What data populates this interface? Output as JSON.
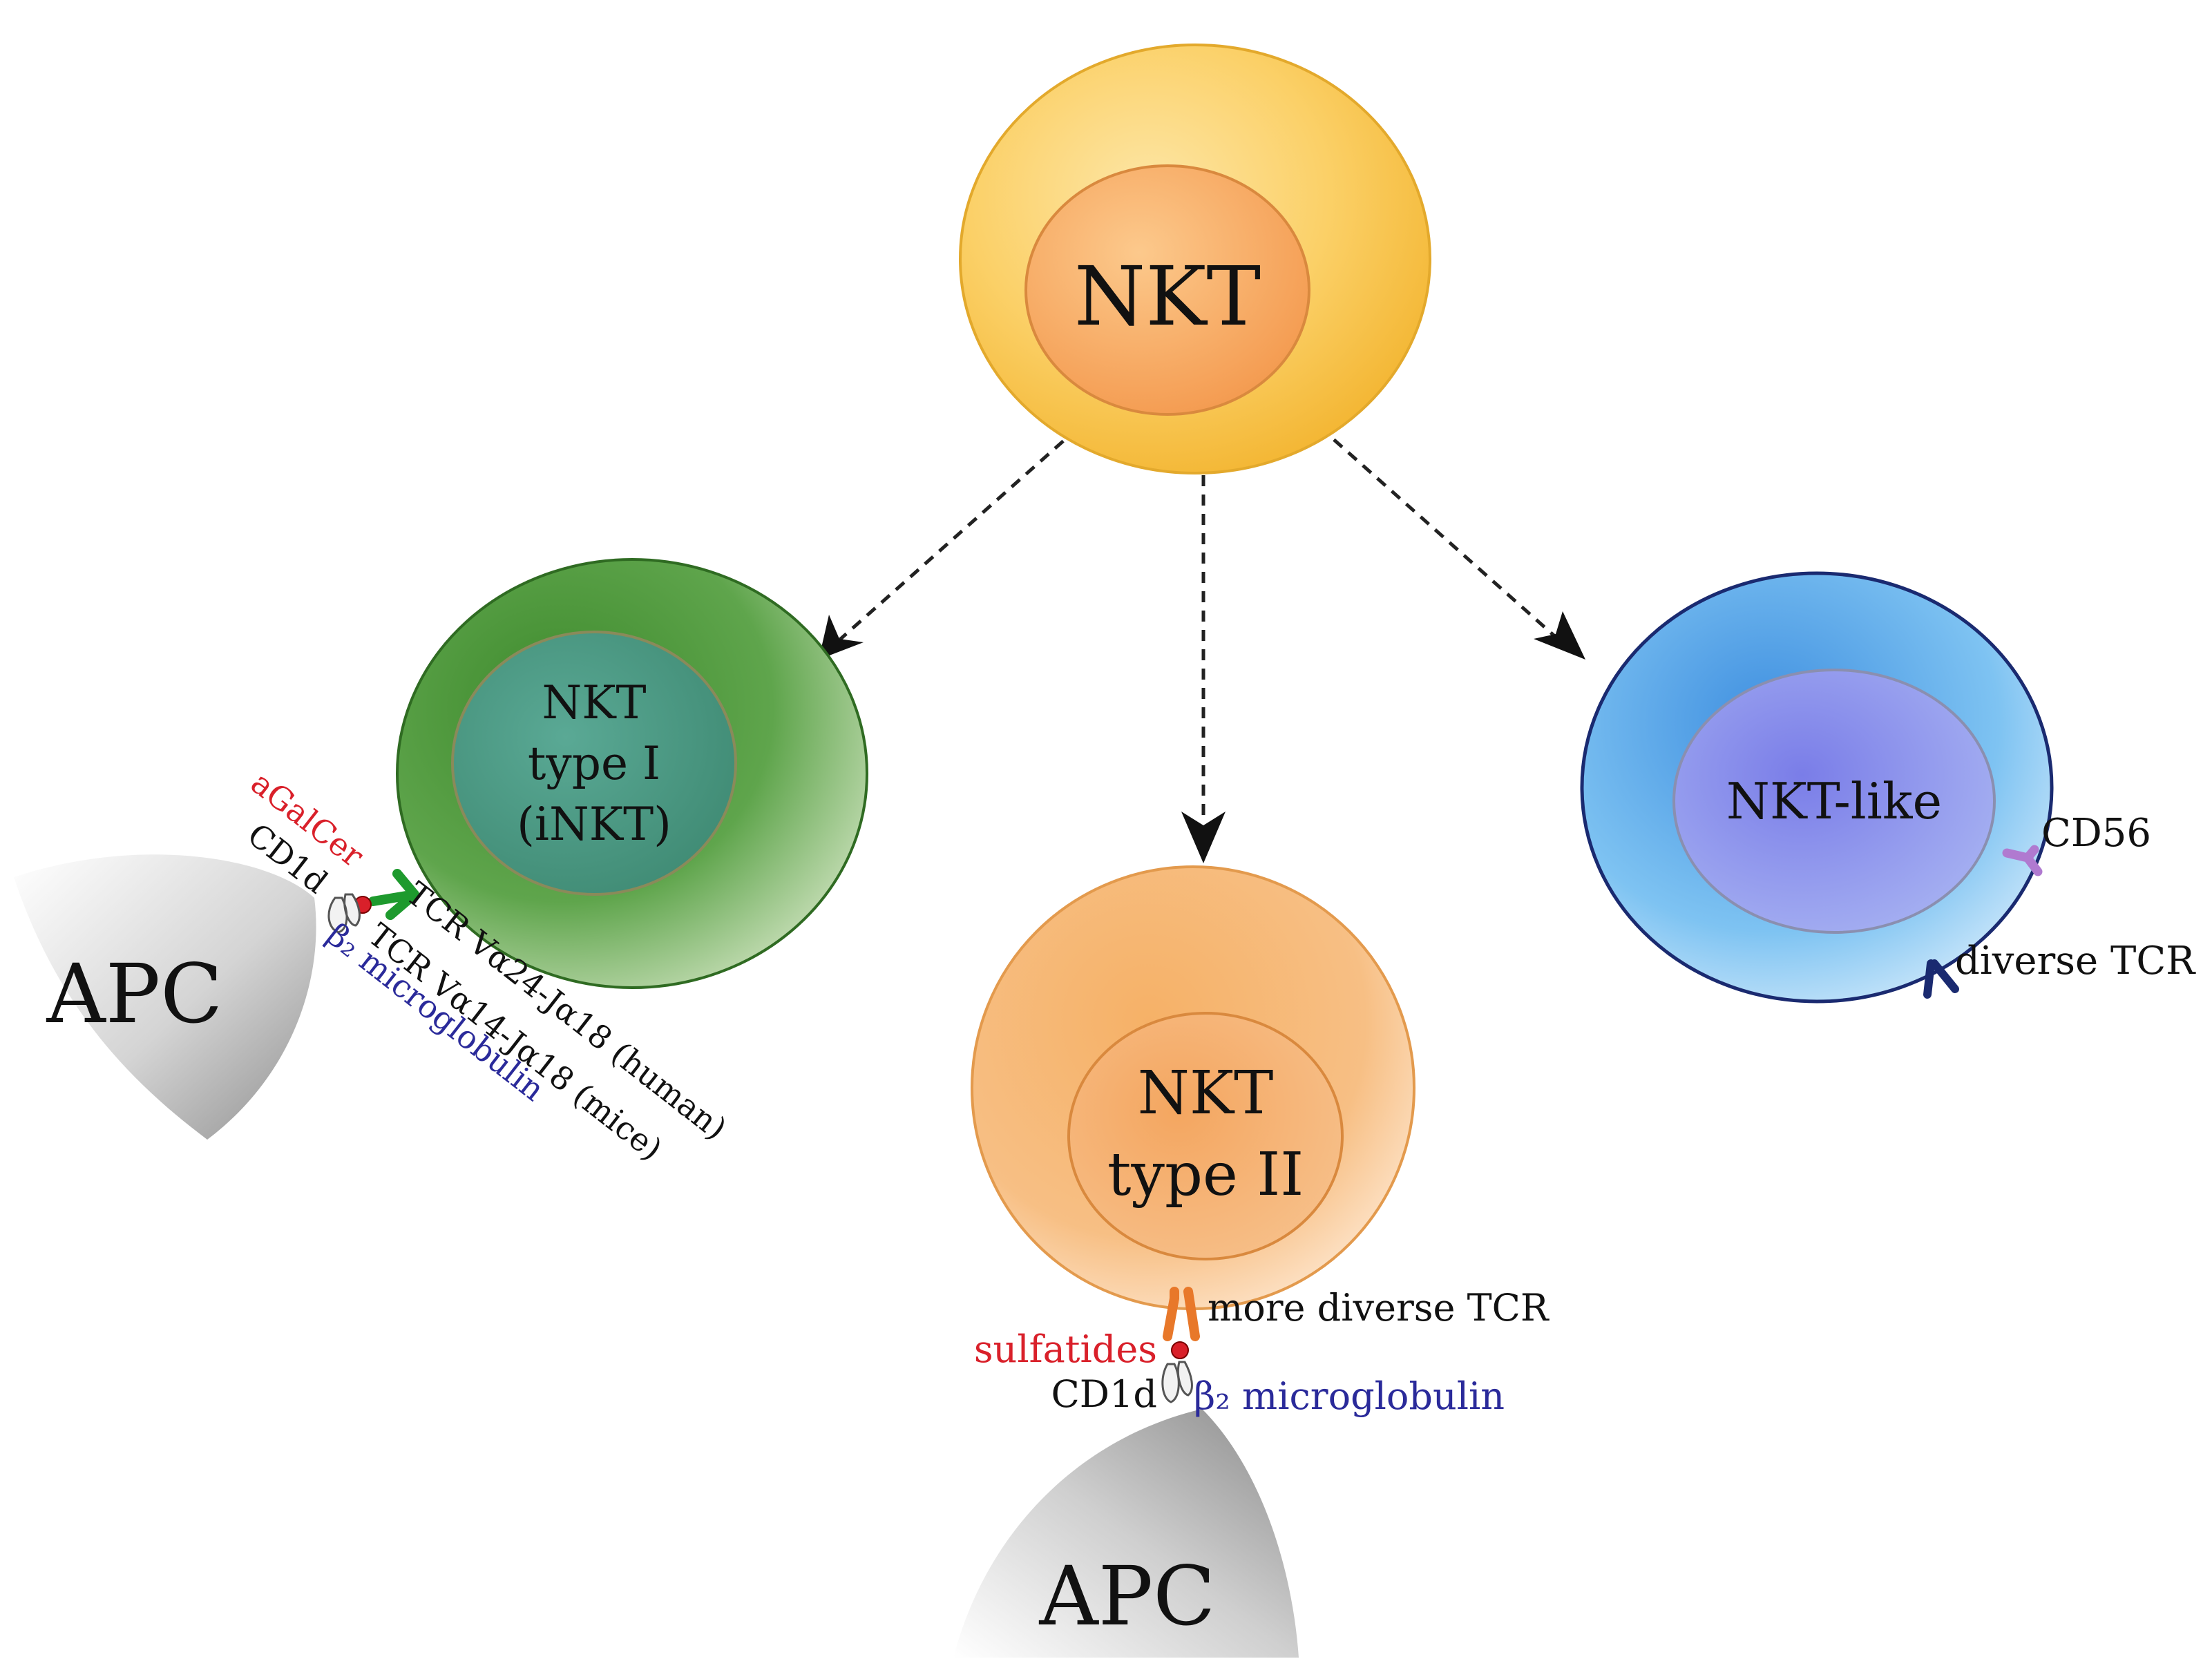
{
  "nodes": {
    "root": {
      "label": "NKT"
    },
    "type1": {
      "label_lines": [
        "NKT",
        "type I",
        "(iNKT)"
      ]
    },
    "type2": {
      "label_lines": [
        "NKT",
        "type II"
      ]
    },
    "like": {
      "label": "NKT-like"
    }
  },
  "apc": {
    "left_label": "APC",
    "bottom_label": "APC"
  },
  "type1_labels": {
    "antigen": "aGalCer",
    "cd1d": "CD1d",
    "beta2": "β₂ microglobulin",
    "tcr_human": "TCR Vα24-Jα18 (human)",
    "tcr_mice": "TCR Vα14-Jα18 (mice)"
  },
  "type2_labels": {
    "antigen": "sulfatides",
    "cd1d": "CD1d",
    "beta2": "β₂ microglobulin",
    "tcr": "more diverse TCR"
  },
  "like_labels": {
    "cd56": "CD56",
    "tcr": "diverse TCR"
  },
  "colors": {
    "root_outer": "#f7c948",
    "root_inner": "#f5a65b",
    "type1_outer": "#4f9a3b",
    "type1_inner": "#4aa68f",
    "type2_outer": "#f5a855",
    "type2_inner": "#f59a4f",
    "like_outer": "#5aa8ea",
    "like_inner": "#7f86ea",
    "antigen_red": "#d9202a",
    "beta2_blue": "#2a2a9a",
    "tcr_green": "#1e9a2e",
    "tcr_orange": "#e8782a",
    "tcr_navy": "#1a2a70",
    "cd56_purple": "#b07ad0",
    "apc_gray": "#b4b4b4"
  }
}
